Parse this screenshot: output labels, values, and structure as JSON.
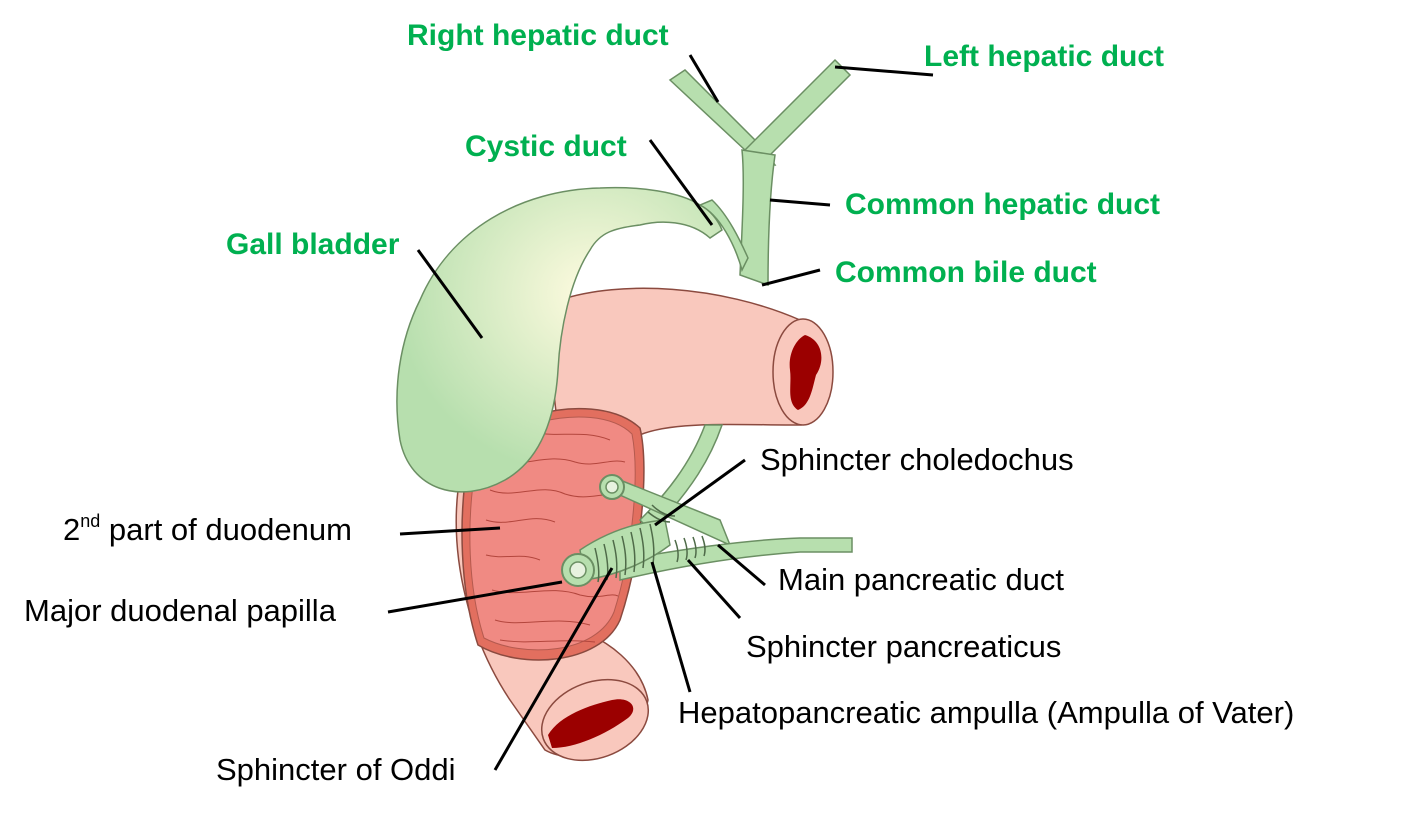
{
  "colors": {
    "duct_fill": "#b7dfae",
    "duct_stroke": "#6b8f63",
    "gallbladder_light": "#fffbe0",
    "duodenum_fill": "#f9c8bd",
    "duodenum_stroke": "#8b4a3f",
    "mucosa": "#f08a83",
    "lumen": "#9b0000",
    "green_label": "#00b050",
    "black_label": "#000000"
  },
  "labels": {
    "right_hepatic_duct": "Right hepatic duct",
    "left_hepatic_duct": "Left hepatic duct",
    "cystic_duct": "Cystic duct",
    "common_hepatic_duct": "Common hepatic duct",
    "gall_bladder": "Gall bladder",
    "common_bile_duct": "Common bile duct",
    "sphincter_choledochus": "Sphincter choledochus",
    "duodenum_prefix": "2",
    "duodenum_sup": "nd",
    "duodenum_suffix": " part of duodenum",
    "main_pancreatic_duct": "Main pancreatic duct",
    "major_duodenal_papilla": "Major duodenal papilla",
    "sphincter_pancreaticus": "Sphincter pancreaticus",
    "hepatopancreatic_ampulla": "Hepatopancreatic ampulla (Ampulla of Vater)",
    "sphincter_of_oddi": "Sphincter of Oddi"
  }
}
